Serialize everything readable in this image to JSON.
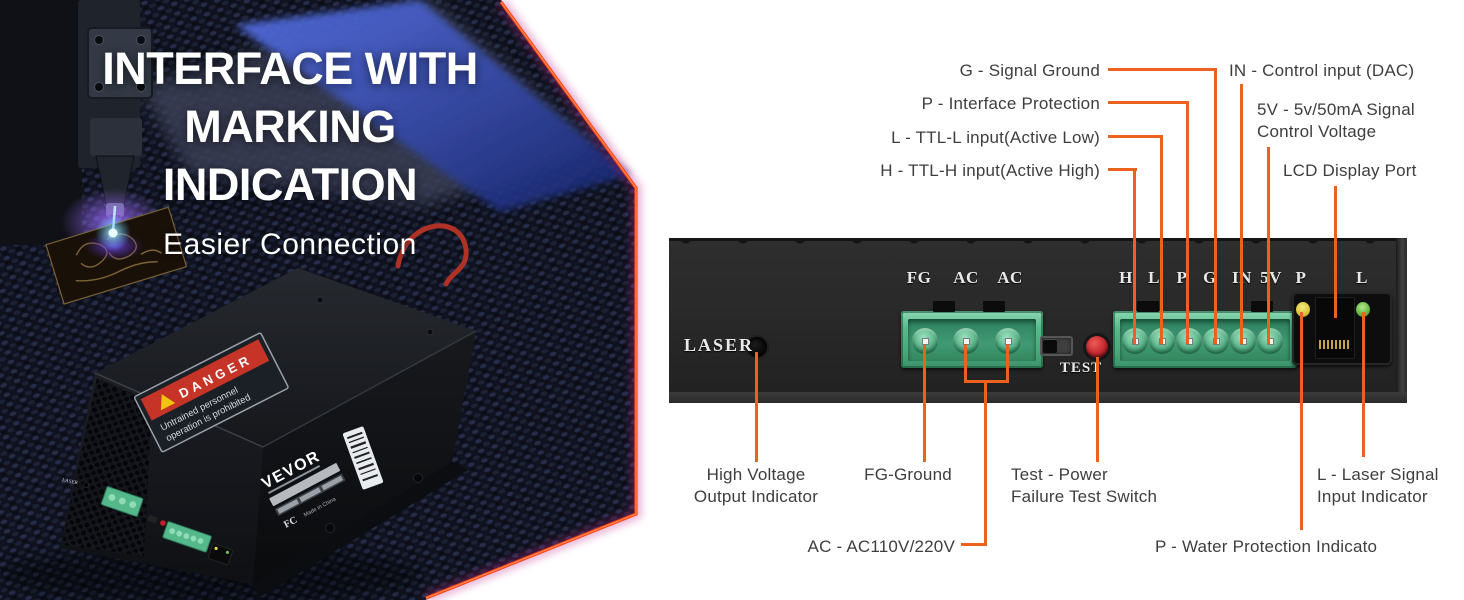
{
  "hero": {
    "title_line1": "INTERFACE WITH",
    "title_line2": "MARKING INDICATION",
    "subtitle": "Easier Connection",
    "product": {
      "brand": "VEVOR",
      "danger_heading": "DANGER",
      "danger_line1": "Untrained personnel",
      "danger_line2": "operation is prohibited",
      "fcc_mark": "FC",
      "origin_text": "Made in China"
    }
  },
  "diagram": {
    "colors": {
      "callout_line": "#EB611D",
      "caption_text": "#3E3E3E",
      "connector_green": "#55B88B",
      "led_yellow": "#E8D44D",
      "led_green": "#6FBE53",
      "test_button_red": "#C2272E",
      "hero_edge_accent": "#FF440F"
    },
    "panel": {
      "laser_label": "LASER",
      "test_label": "TEST",
      "power_block_labels": [
        "FG",
        "AC",
        "AC"
      ],
      "signal_block_labels": [
        "H",
        "L",
        "P",
        "G",
        "IN",
        "5V"
      ],
      "led_labels": [
        "P",
        "L"
      ]
    },
    "callouts": {
      "g": "G - Signal Ground",
      "p": "P - Interface Protection",
      "l": "L - TTL-L input(Active Low)",
      "h": "H - TTL-H input(Active High)",
      "in": "IN - Control input (DAC)",
      "v5_line1": "5V - 5v/50mA Signal",
      "v5_line2": "Control Voltage",
      "lcd": "LCD Display Port",
      "hv_line1": "High Voltage",
      "hv_line2": "Output Indicator",
      "fg": "FG-Ground",
      "ac": "AC - AC110V/220V",
      "test_line1": "Test - Power",
      "test_line2": "Failure Test Switch",
      "water": "P - Water Protection Indicato",
      "laser_line1": "L - Laser Signal",
      "laser_line2": "Input Indicator"
    }
  }
}
